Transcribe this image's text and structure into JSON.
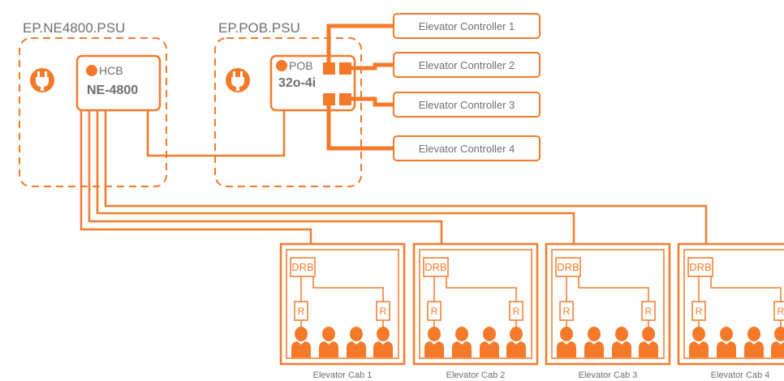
{
  "colors": {
    "accent": "#f47a2a",
    "text": "#6d6e70",
    "background": "#ffffff"
  },
  "psus": [
    {
      "label": "EP.NE4800.PSU"
    },
    {
      "label": "EP.POB.PSU"
    }
  ],
  "devices": [
    {
      "small_label": "HCB",
      "big_label": "NE-4800",
      "icon": "power-plug-icon"
    },
    {
      "small_label": "POB",
      "big_label": "32o-4i",
      "icon": "power-plug-icon"
    }
  ],
  "controllers": [
    {
      "label": "Elevator Controller 1"
    },
    {
      "label": "Elevator Controller 2"
    },
    {
      "label": "Elevator Controller 3"
    },
    {
      "label": "Elevator Controller 4"
    }
  ],
  "cabs": [
    {
      "label": "Elevator Cab 1",
      "drb_label": "DRB",
      "relay_label": "R"
    },
    {
      "label": "Elevator Cab 2",
      "drb_label": "DRB",
      "relay_label": "R"
    },
    {
      "label": "Elevator Cab 3",
      "drb_label": "DRB",
      "relay_label": "R"
    },
    {
      "label": "Elevator Cab 4",
      "drb_label": "DRB",
      "relay_label": "R"
    }
  ],
  "icons": {
    "person": "person-silhouette-icon",
    "plug": "power-plug-icon"
  }
}
